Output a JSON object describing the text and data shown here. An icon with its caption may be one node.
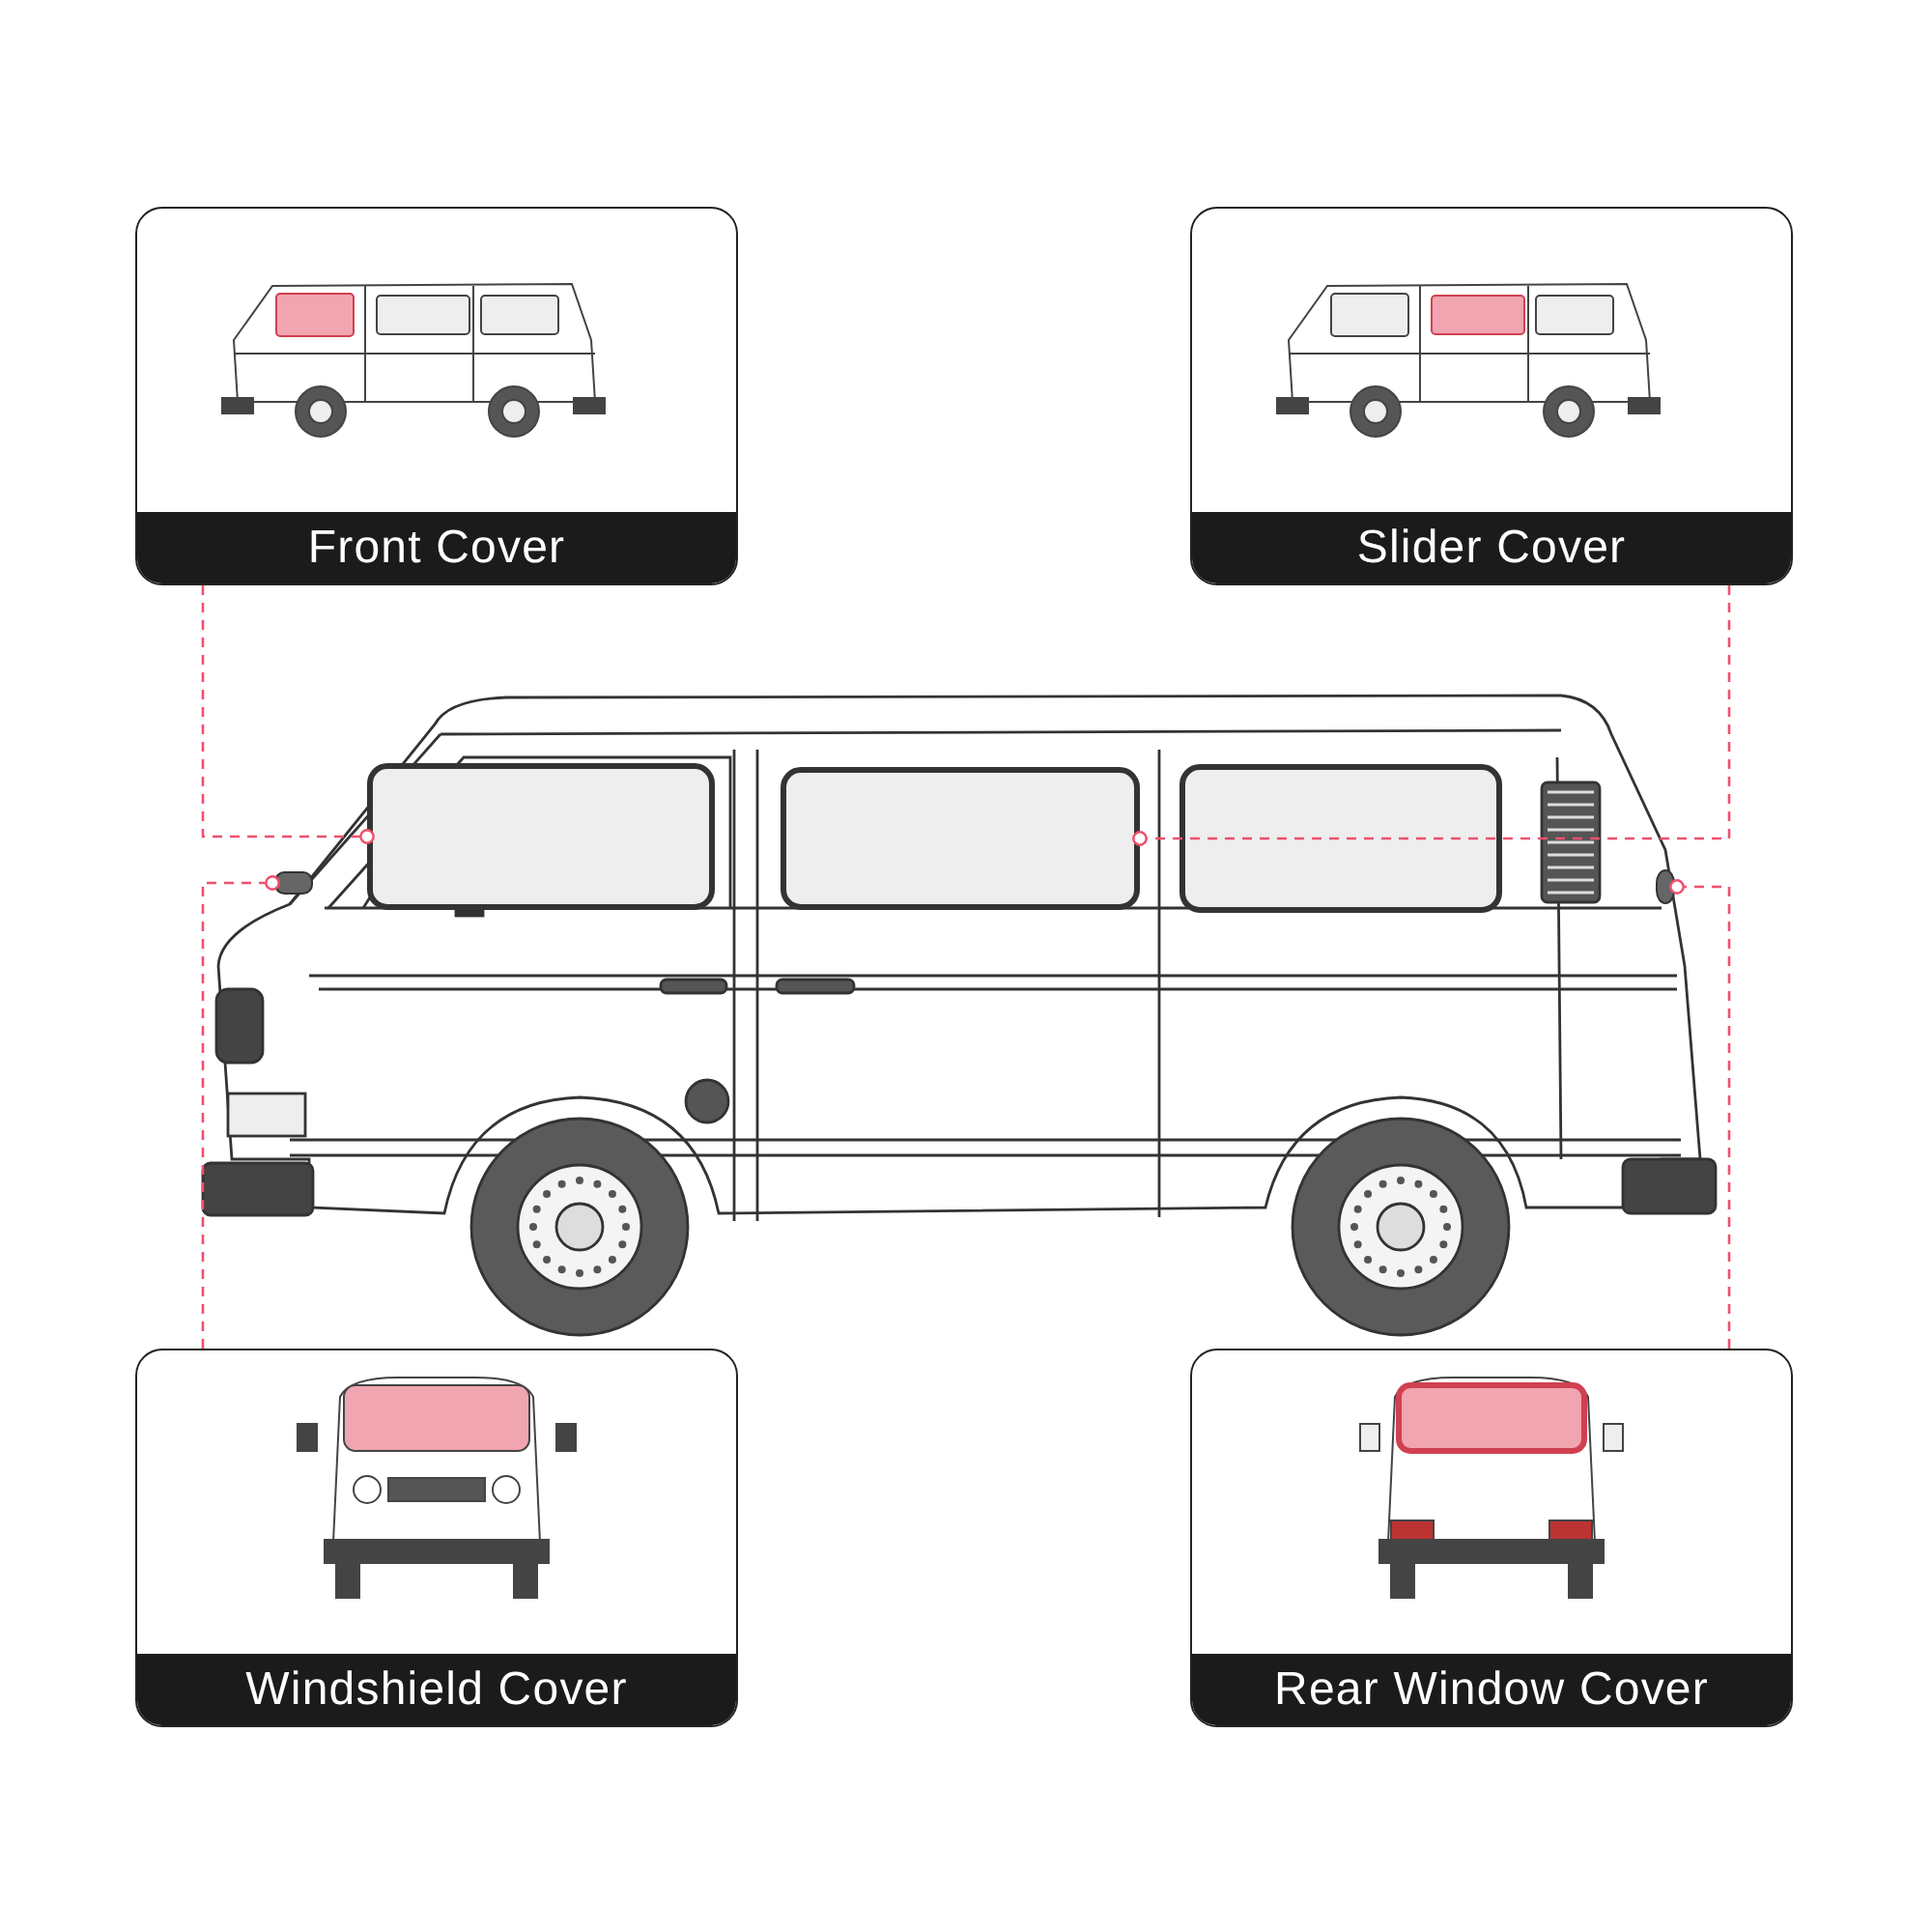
{
  "diagram": {
    "nodes": [
      {
        "text": [
          "Front Cover"
        ]
      },
      {
        "text": [
          "Slider Cover"
        ]
      },
      {
        "text": [
          "Windshield Cover"
        ]
      },
      {
        "text": [
          "Rear Window Cover"
        ]
      },
      {
        "text": [],
        "shape": "box"
      },
      {
        "text": [],
        "shape": "box"
      },
      {
        "text": [],
        "shape": "box"
      },
      {
        "text": [],
        "shape": "box"
      }
    ],
    "edges": [
      {
        "from": 0,
        "to": 4,
        "arrow": "other",
        "style": "dashed",
        "color": "#f0506e"
      },
      {
        "from": 1,
        "to": 5,
        "arrow": "other",
        "style": "dashed",
        "color": "#f0506e"
      },
      {
        "from": 2,
        "to": 6,
        "arrow": "other",
        "style": "dashed",
        "color": "#f0506e"
      },
      {
        "from": 3,
        "to": 7,
        "arrow": "other",
        "style": "dashed",
        "color": "#f0506e"
      }
    ]
  }
}
